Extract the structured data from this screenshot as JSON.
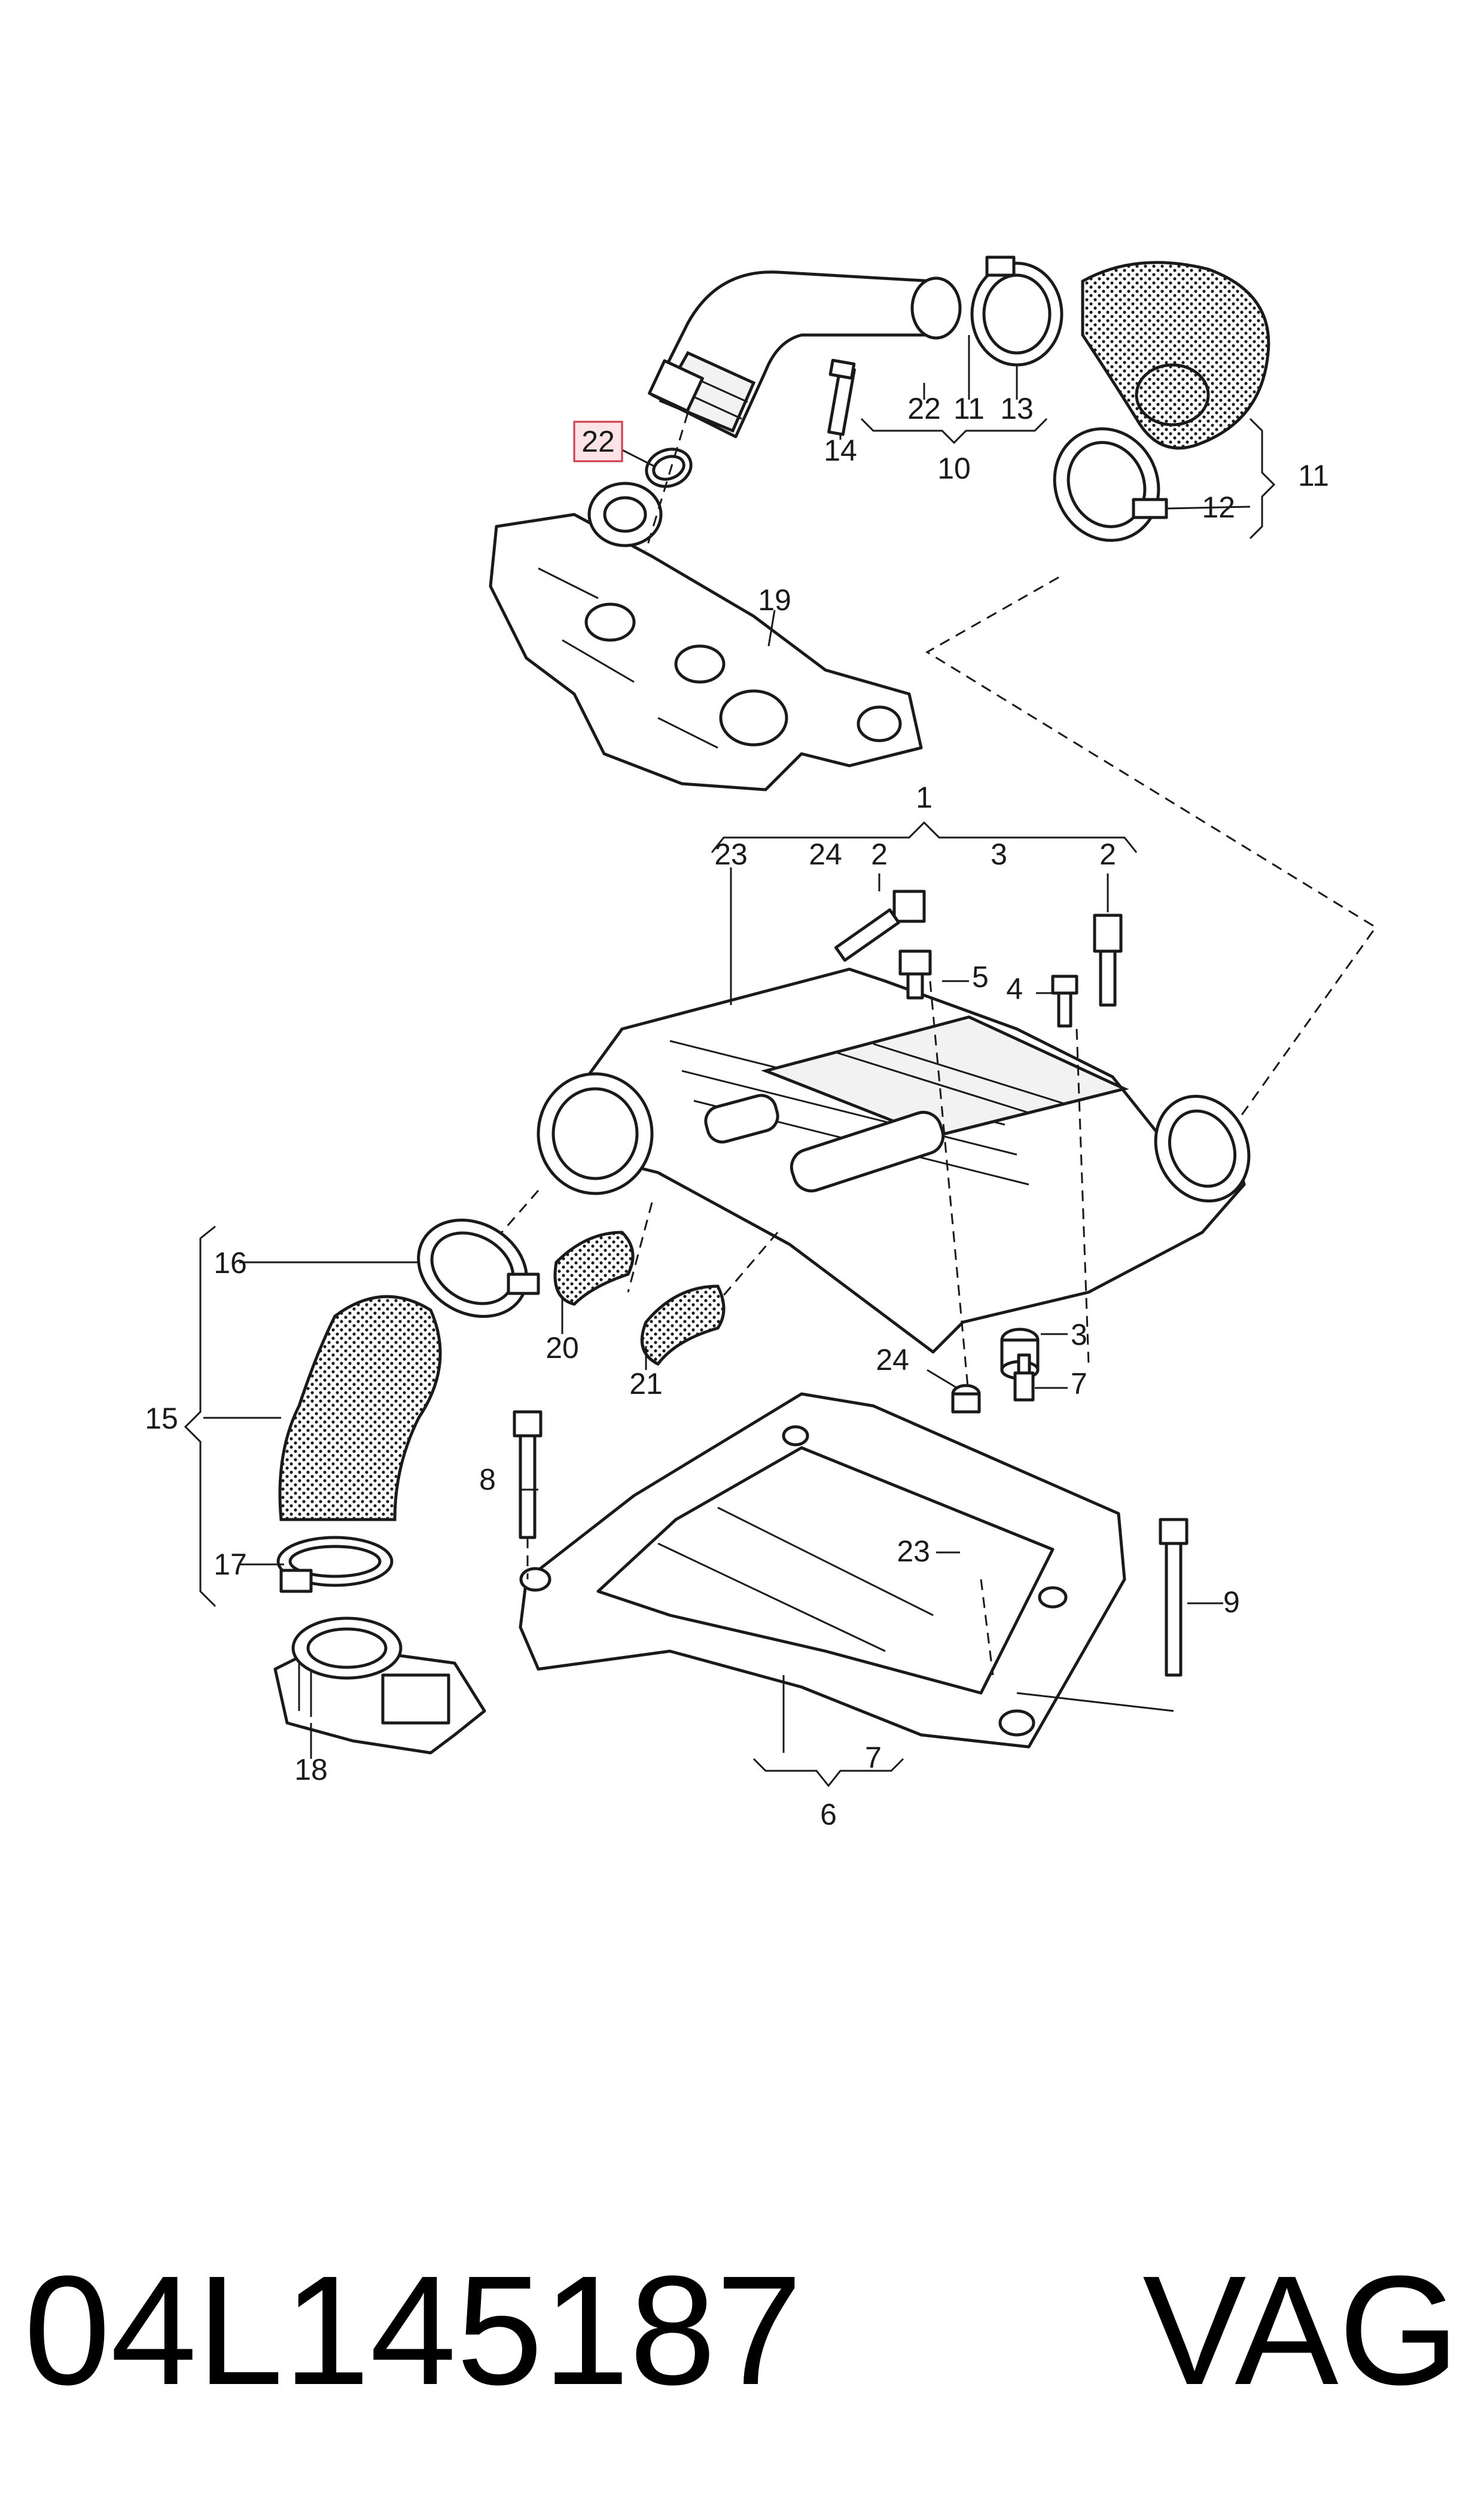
{
  "callouts": {
    "c1": "1",
    "c2a": "2",
    "c2b": "2",
    "c3top": "3",
    "c3": "3",
    "c4": "4",
    "c5": "5",
    "c6": "6",
    "c7a": "7",
    "c7b": "7",
    "c8": "8",
    "c9": "9",
    "c10": "10",
    "c11a": "11",
    "c11b": "11",
    "c12": "12",
    "c13": "13",
    "c14": "14",
    "c15": "15",
    "c16": "16",
    "c17": "17",
    "c18": "18",
    "c19": "19",
    "c20": "20",
    "c21": "21",
    "c22a": "22",
    "c22b": "22",
    "c23a": "23",
    "c23b": "23",
    "c24a": "24",
    "c24b": "24"
  },
  "footer": {
    "part_number": "04L145187",
    "brand": "VAG"
  }
}
